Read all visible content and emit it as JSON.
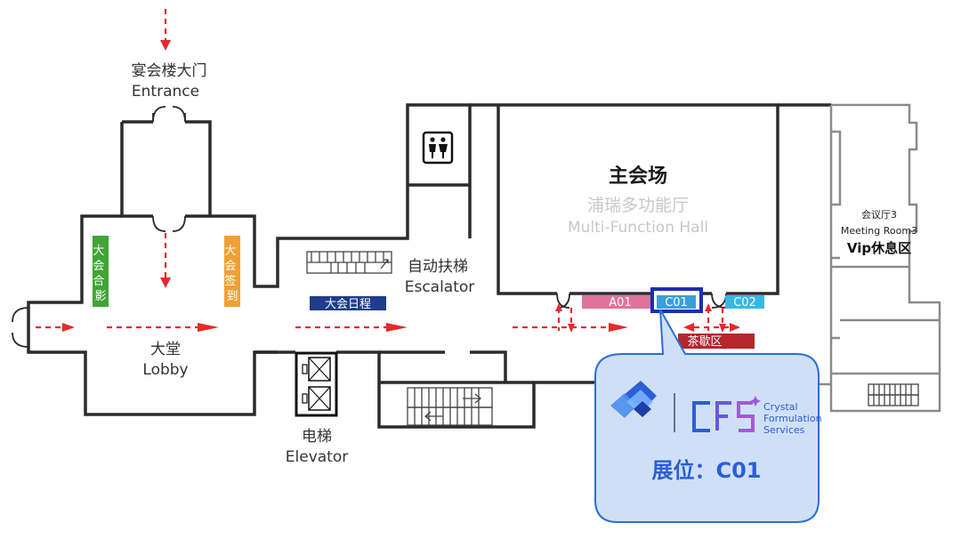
{
  "entrance": {
    "cn": "宴会楼大门",
    "en": "Entrance"
  },
  "lobby": {
    "cn": "大堂",
    "en": "Lobby"
  },
  "photo_zone": {
    "label": "大会合影",
    "color": "#3fa535"
  },
  "sign_in": {
    "label": "大会签到",
    "color": "#f0a132"
  },
  "escalator": {
    "cn": "自动扶梯",
    "en": "Escalator"
  },
  "schedule_board": {
    "label": "大会日程",
    "color": "#1f3d8a"
  },
  "elevator": {
    "cn": "电梯",
    "en": "Elevator"
  },
  "restroom_icon": "restroom-icon",
  "main_hall": {
    "title": "主会场",
    "cn": "浦瑞多功能厅",
    "en": "Multi-Function Hall"
  },
  "meeting_room": {
    "cn": "会议厅3",
    "en": "Meeting Room3",
    "vip": "Vip休息区"
  },
  "booths": {
    "a01": {
      "label": "A01",
      "color": "#e0739a"
    },
    "c01": {
      "label": "C01",
      "color": "#3a9fd8",
      "highlight": "#1a2fb0"
    },
    "c02": {
      "label": "C02",
      "color": "#38b7e3"
    }
  },
  "tea_break": {
    "label": "茶歇区",
    "color": "#b3272d"
  },
  "callout": {
    "logo_line1": "Crystal",
    "logo_line2": "Formulation",
    "logo_line3": "Services",
    "booth_text": "展位：C01",
    "bg": "#cfe0f6",
    "border": "#2b6fd6"
  }
}
